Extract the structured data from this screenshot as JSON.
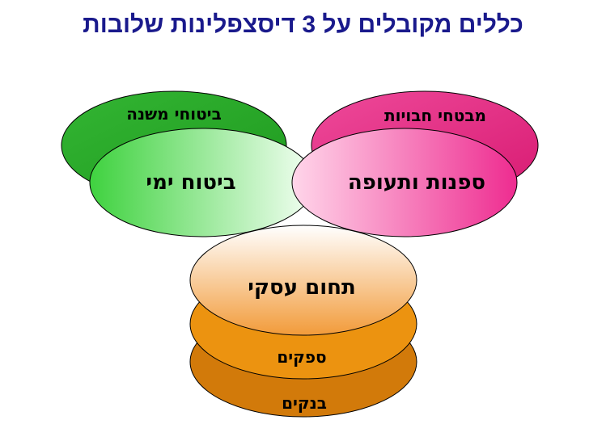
{
  "title": "כללים מקובלים על 3 דיסצפלינות שלובות",
  "nodes": {
    "secondary_insurance": {
      "label": "ביטוחי משנה",
      "color": "#2aa82a"
    },
    "builders": {
      "label": "מבטחי חבויות",
      "color": "#e0207a"
    },
    "marine_insurance": {
      "label": "ביטוח ימי",
      "color": "#55e055"
    },
    "shipping_aviation": {
      "label": "ספנות ותעופה",
      "color": "#f050a0"
    },
    "business": {
      "label": "תחום עסקי",
      "color": "#f29b3a"
    },
    "suppliers": {
      "label": "ספקים",
      "color": "#e8890a"
    },
    "banks": {
      "label": "בנקים",
      "color": "#d27a0a"
    }
  }
}
